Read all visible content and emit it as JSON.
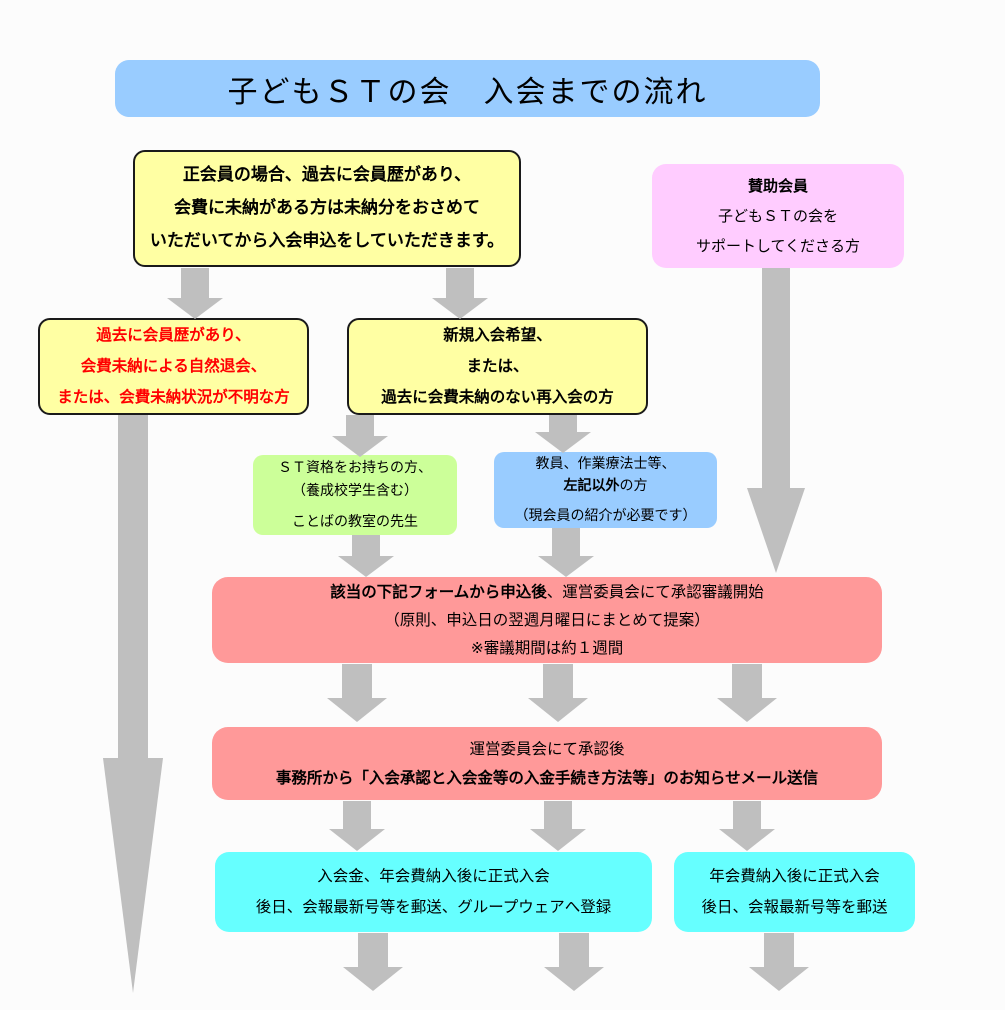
{
  "title": "子どもＳＴの会　入会までの流れ",
  "boxes": {
    "unpaid_notice": {
      "line1": "正会員の場合、過去に会員歴があり、",
      "line2": "会費に未納がある方は未納分をおさめて",
      "line3": "いただいてから入会申込をしていただきます。"
    },
    "supporting_member": {
      "heading": "賛助会員",
      "line1": "子どもＳＴの会を",
      "line2": "サポートしてくださる方"
    },
    "lapsed_member": {
      "line1": "過去に会員歴があり、",
      "line2": "会費未納による自然退会、",
      "line3": "または、会費未納状況が不明な方"
    },
    "new_applicant": {
      "line1": "新規入会希望、",
      "line2": "または、",
      "line3": "過去に会費未納のない再入会の方"
    },
    "st_qualified": {
      "line1": "ＳＴ資格をお持ちの方、",
      "line2": "（養成校学生含む）",
      "line3": "ことばの教室の先生"
    },
    "non_st": {
      "line1": "教員、作業療法士等、",
      "line2_bold": "左記以外",
      "line2_rest": "の方",
      "line3": "（現会員の紹介が必要です）"
    },
    "review_start": {
      "line1_bold": "該当の下記フォームから申込後",
      "line1_rest": "、運営委員会にて承認審議開始",
      "line2": "（原則、申込日の翌週月曜日にまとめて提案）",
      "line3": "※審議期間は約１週間"
    },
    "approval_notice": {
      "line1": "運営委員会にて承認後",
      "line2": "事務所から「入会承認と入会金等の入金手続き方法等」のお知らせメール送信"
    },
    "full_member_join": {
      "line1": "入会金、年会費納入後に正式入会",
      "line2": "後日、会報最新号等を郵送、グループウェアへ登録"
    },
    "supporter_join": {
      "line1": "年会費納入後に正式入会",
      "line2": "後日、会報最新号等を郵送"
    }
  },
  "colors": {
    "title_bg": "#99CCFF",
    "yellow_box": "#FFFFA3",
    "pink_box": "#FFCCFF",
    "green_box": "#CCFF99",
    "blue_box": "#99CCFF",
    "salmon_box": "#FF9999",
    "cyan_box": "#66FFFF",
    "arrow": "#BFBFBF",
    "alert_text": "#FF0000"
  }
}
